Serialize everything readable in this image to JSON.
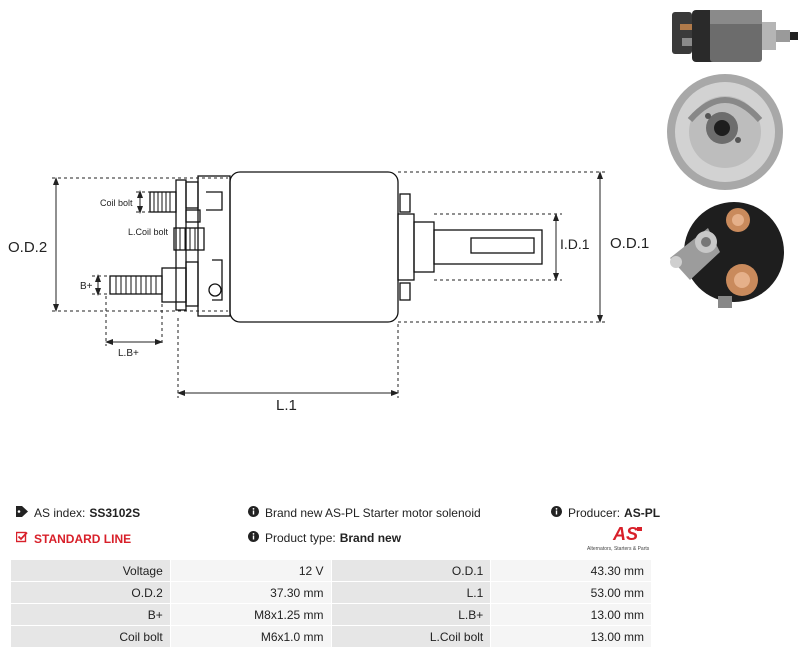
{
  "diagram": {
    "labels": {
      "od2": "O.D.2",
      "od1": "O.D.1",
      "id1": "I.D.1",
      "l1": "L.1",
      "lbplus": "L.B+",
      "bplus": "B+",
      "coil_bolt": "Coil bolt",
      "l_coil_bolt": "L.Coil bolt"
    }
  },
  "info": {
    "as_index_label": "AS index:",
    "as_index_value": "SS3102S",
    "line_label": "STANDARD LINE",
    "description": "Brand new AS-PL Starter motor solenoid",
    "product_type_label": "Product type:",
    "product_type_value": "Brand new",
    "producer_label": "Producer:",
    "producer_value": "AS-PL",
    "logo_text": "AS",
    "logo_tagline": "Alternators, Starters & Parts"
  },
  "specs": [
    {
      "l1": "Voltage",
      "v1": "12 V",
      "l2": "O.D.1",
      "v2": "43.30 mm"
    },
    {
      "l1": "O.D.2",
      "v1": "37.30 mm",
      "l2": "L.1",
      "v2": "53.00 mm"
    },
    {
      "l1": "B+",
      "v1": "M8x1.25 mm",
      "l2": "L.B+",
      "v2": "13.00 mm"
    },
    {
      "l1": "Coil bolt",
      "v1": "M6x1.0 mm",
      "l2": "L.Coil bolt",
      "v2": "13.00 mm"
    }
  ],
  "colors": {
    "accent": "#d8202a",
    "table_label_bg": "#e6e6e6",
    "table_value_bg": "#f5f5f5"
  }
}
